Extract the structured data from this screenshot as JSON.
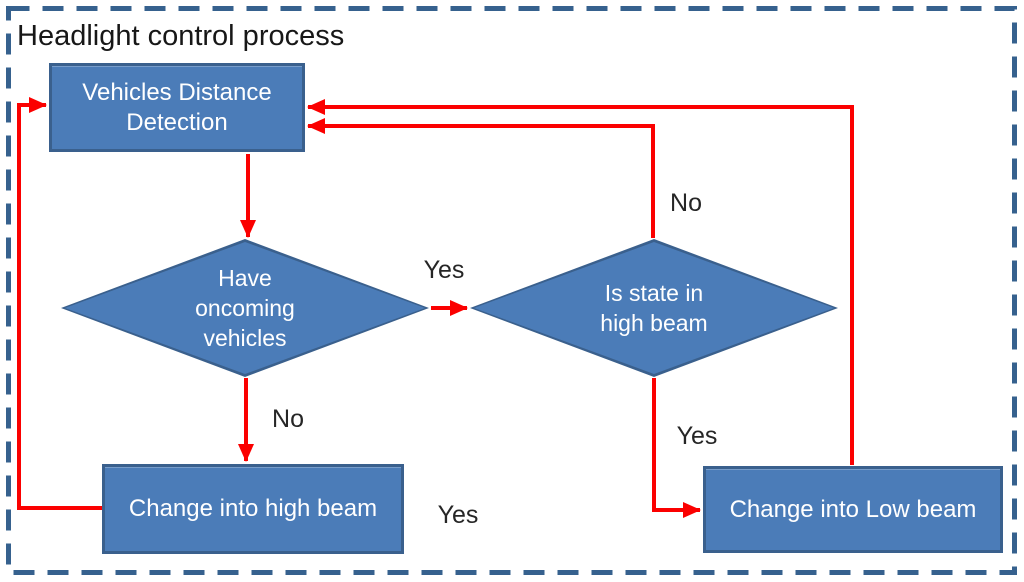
{
  "title": "Headlight control process",
  "colors": {
    "frame_border": "#36618E",
    "shape_fill": "#4B7CB8",
    "shape_border": "#3A608D",
    "arrow": "#FB0000",
    "title_color": "#171717",
    "label_color": "#262626"
  },
  "nodes": {
    "detection": {
      "type": "process",
      "lines": [
        "Vehicles Distance",
        "Detection"
      ]
    },
    "have_oncoming": {
      "type": "decision",
      "lines": [
        "Have",
        "oncoming",
        "vehicles"
      ]
    },
    "is_high_beam": {
      "type": "decision",
      "lines": [
        "Is state in",
        "high beam"
      ]
    },
    "change_high": {
      "type": "process",
      "label": "Change into high beam"
    },
    "change_low": {
      "type": "process",
      "label": "Change into Low beam"
    }
  },
  "edge_labels": {
    "yes_between_diamonds": "Yes",
    "no_right_diamond_to_detection": "No",
    "yes_right_diamond_to_low_beam": "Yes",
    "no_left_diamond_to_high_beam": "No",
    "yes_below_center": "Yes"
  }
}
